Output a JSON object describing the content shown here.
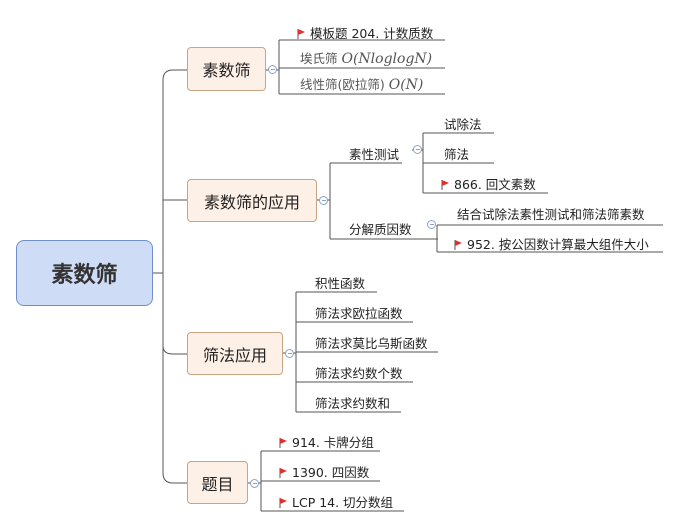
{
  "root": {
    "label": "素数筛"
  },
  "branches": {
    "sieve": {
      "label": "素数筛",
      "items": {
        "template": "模板题 204. 计数质数",
        "eratosthenes_label": "埃氏筛 ",
        "eratosthenes_math": "O(NloglogN)",
        "linear_label": "线性筛(欧拉筛) ",
        "linear_math": "O(N)"
      }
    },
    "sieve_app": {
      "label": "素数筛的应用",
      "primality": {
        "label": "素性测试",
        "items": [
          "试除法",
          "筛法",
          "866. 回文素数"
        ]
      },
      "factorization": {
        "label": "分解质因数",
        "items": [
          "结合试除法素性测试和筛法筛素数",
          "952. 按公因数计算最大组件大小"
        ]
      }
    },
    "sieve_use": {
      "label": "筛法应用",
      "items": [
        "积性函数",
        "筛法求欧拉函数",
        "筛法求莫比乌斯函数",
        "筛法求约数个数",
        "筛法求约数和"
      ]
    },
    "problems": {
      "label": "题目",
      "items": [
        "914. 卡牌分组",
        "1390. 四因数",
        "LCP 14. 切分数组"
      ]
    }
  },
  "colors": {
    "flag": "#e0302c",
    "line": "#555555",
    "root_fill": "#cfdcf5",
    "branch_fill": "#fdf0e6"
  },
  "icons": {
    "flag": "flag-icon",
    "collapse": "collapse-toggle-icon"
  }
}
